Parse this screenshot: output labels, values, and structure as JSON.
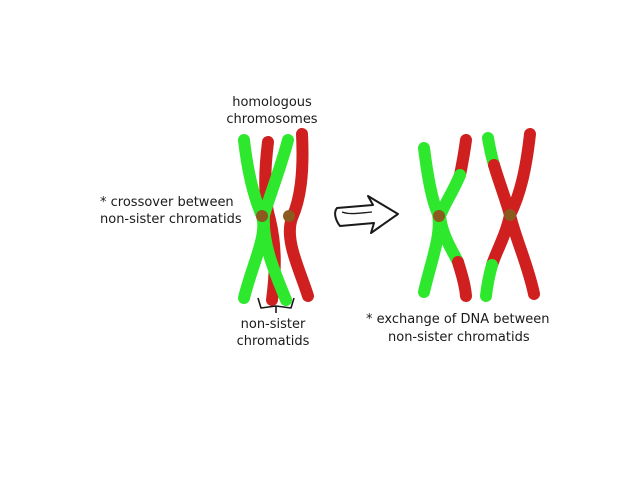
{
  "colors": {
    "maternal": "#2ee82e",
    "paternal": "#cf1f1f",
    "centromere": "#8b5a1e",
    "ink": "#1a1a1a",
    "background": "#ffffff"
  },
  "labels": {
    "homologous_line1": "homologous",
    "homologous_line2": "chromosomes",
    "crossover_line1": "* crossover between",
    "crossover_line2": "non-sister chromatids",
    "nonsister_line1": "non-sister",
    "nonsister_line2": "chromatids",
    "exchange_line1": "* exchange of DNA between",
    "exchange_line2": "non-sister chromatids"
  },
  "icons": {
    "arrow": "hollow-right-arrow-icon",
    "bracket": "bracket-icon"
  }
}
